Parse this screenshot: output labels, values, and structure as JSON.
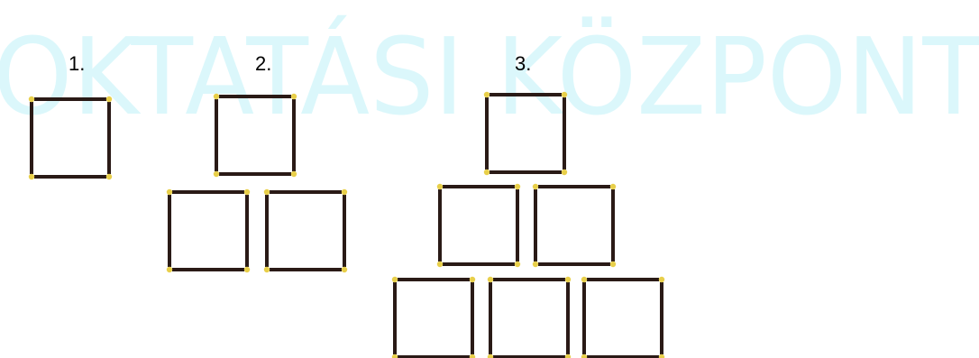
{
  "watermark": {
    "text": "OKTATÁSI KÖZPONT"
  },
  "figures": [
    {
      "label": "1.",
      "rows": [
        1
      ]
    },
    {
      "label": "2.",
      "rows": [
        1,
        2
      ]
    },
    {
      "label": "3.",
      "rows": [
        1,
        2,
        3
      ]
    }
  ],
  "colors": {
    "matchstick": "#2a1a16",
    "match_head": "#e8cf4a",
    "watermark": "#bff2f8"
  }
}
